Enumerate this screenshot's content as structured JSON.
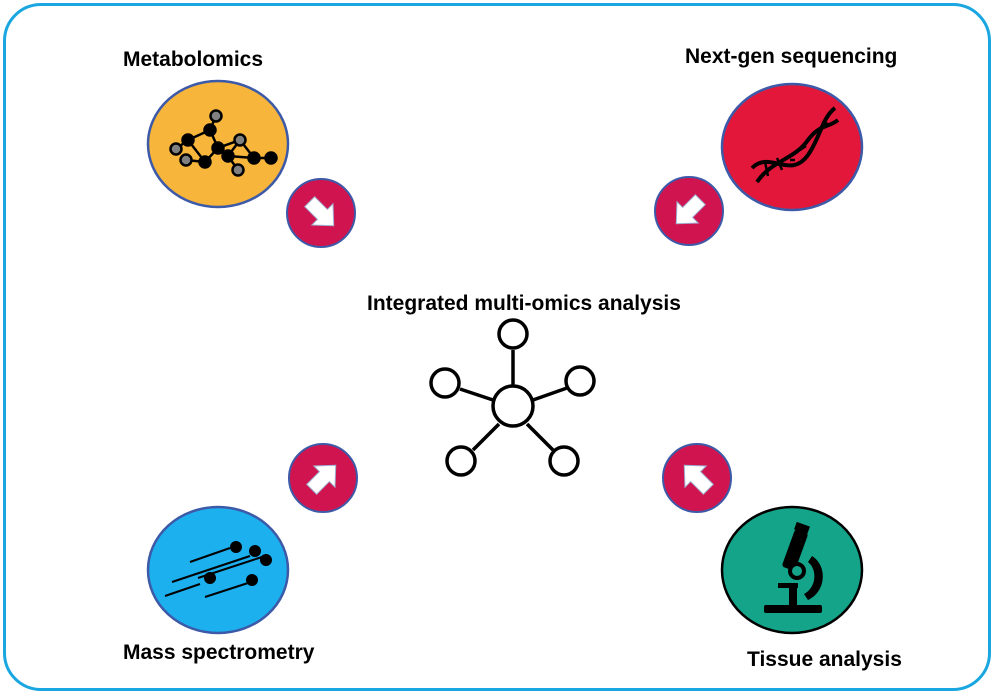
{
  "title": "Integrated multi-omics analysis",
  "nodes": [
    {
      "id": "metabolomics",
      "label": "Metabolomics",
      "icon": "molecule-icon",
      "color": "#f7b53b"
    },
    {
      "id": "ngs",
      "label": "Next-gen sequencing",
      "icon": "dna-icon",
      "color": "#e3173a"
    },
    {
      "id": "mass-spec",
      "label": "Mass spectrometry",
      "icon": "particles-icon",
      "color": "#1cb0ef"
    },
    {
      "id": "tissue",
      "label": "Tissue analysis",
      "icon": "microscope-icon",
      "color": "#14a48a"
    }
  ],
  "colors": {
    "frame": "#1aa6e0",
    "arrow_bubble": "#d0144f",
    "circle_border": "#3d5aa8"
  }
}
